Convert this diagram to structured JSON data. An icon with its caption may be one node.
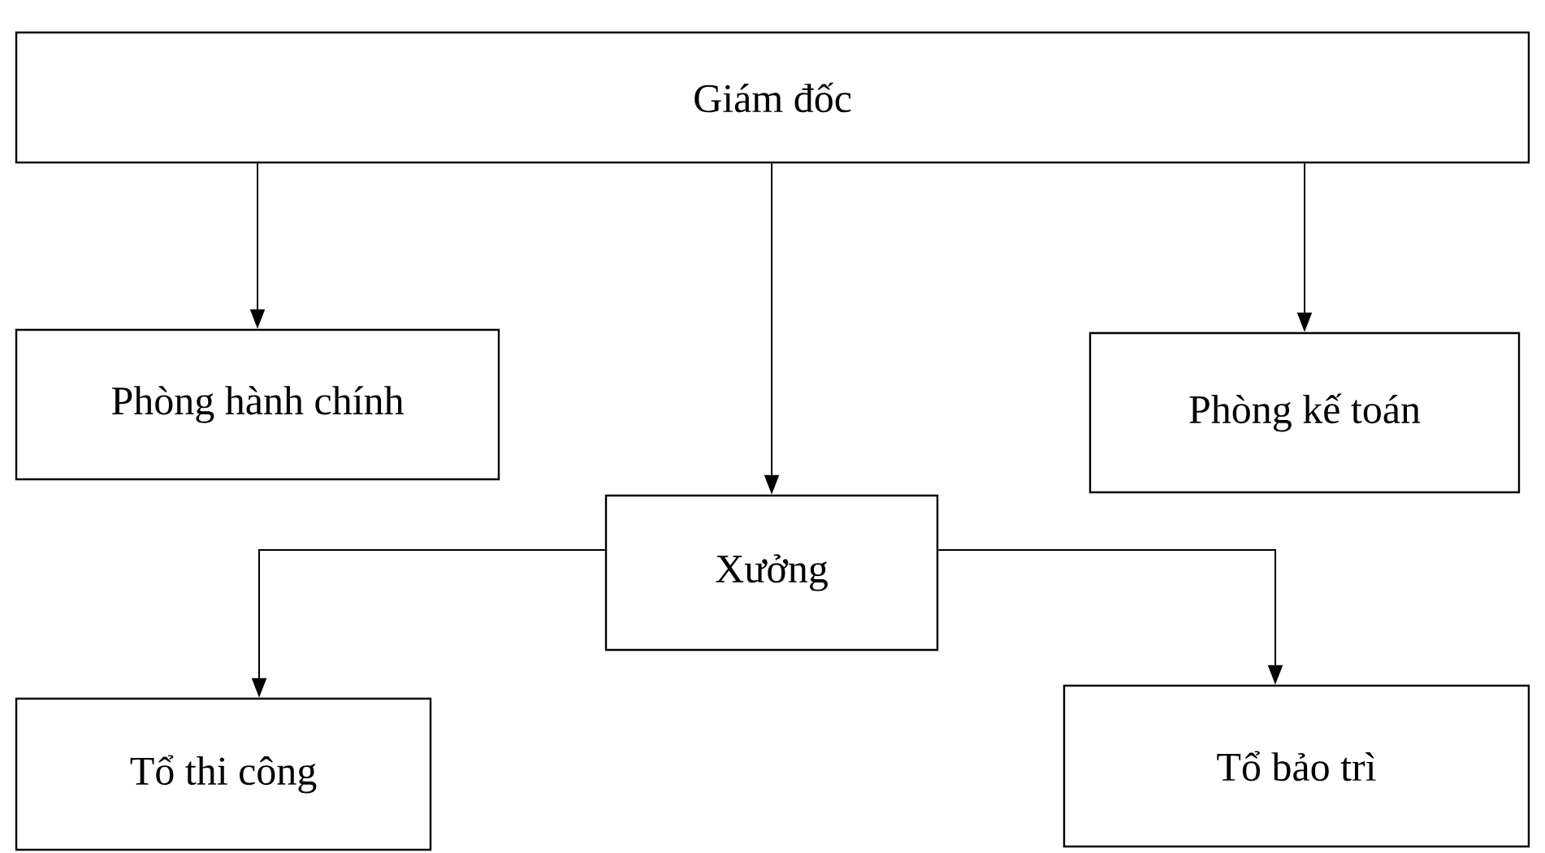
{
  "diagram": {
    "nodes": [
      {
        "text": [
          "Giám đốc"
        ]
      },
      {
        "text": [
          "Phòng hành chính"
        ]
      },
      {
        "text": [
          "Phòng kế toán"
        ]
      },
      {
        "text": [
          "Xưởng"
        ]
      },
      {
        "text": [
          "Tổ thi công"
        ]
      },
      {
        "text": [
          "Tổ bảo trì"
        ]
      }
    ],
    "edges": [
      {
        "from": 0,
        "to": 1,
        "arrow": "to"
      },
      {
        "from": 0,
        "to": 3,
        "arrow": "to"
      },
      {
        "from": 0,
        "to": 2,
        "arrow": "to"
      },
      {
        "from": 3,
        "to": 4,
        "arrow": "to"
      },
      {
        "from": 3,
        "to": 5,
        "arrow": "to"
      }
    ]
  }
}
